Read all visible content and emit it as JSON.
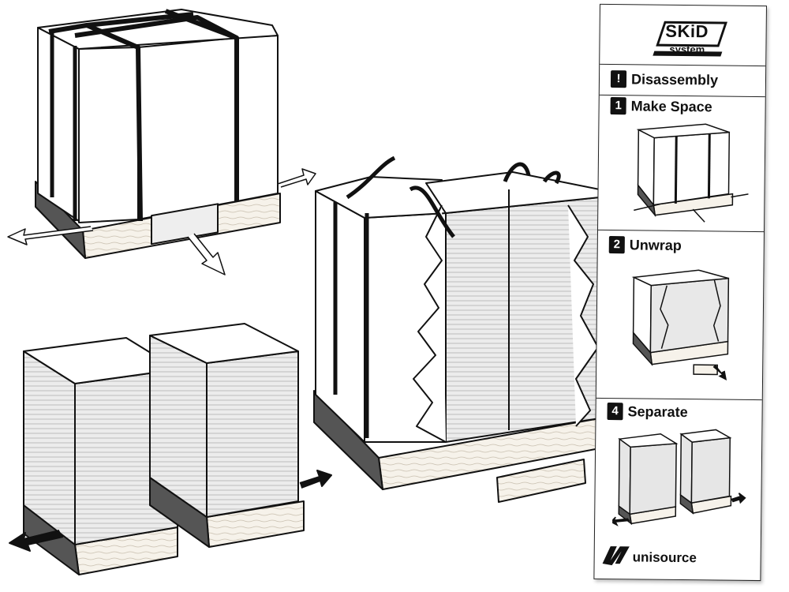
{
  "panel": {
    "logo": {
      "word1": "SKiD",
      "word2": "system"
    },
    "steps": [
      {
        "badge": "!",
        "label": "Disassembly"
      },
      {
        "badge": "1",
        "label": "Make Space"
      },
      {
        "badge": "2",
        "label": "Unwrap"
      },
      {
        "badge": "4",
        "label": "Separate"
      }
    ],
    "brand": "unisource"
  },
  "colors": {
    "ink": "#111111",
    "wrap": "#e6e6e6",
    "wood": "#f6f2ea",
    "paper": "#ffffff"
  }
}
